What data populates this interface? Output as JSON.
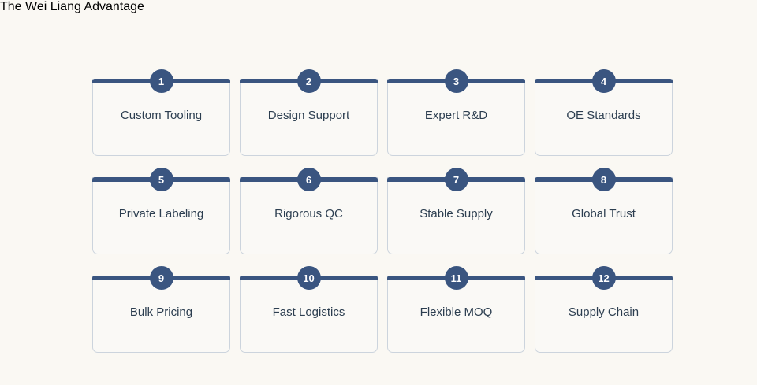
{
  "page": {
    "title": "The Wei Liang Advantage",
    "background_color": "#faf8f3",
    "accent_color": "#3a5580",
    "title_color": "#27374d",
    "label_color": "#2c3e50",
    "card_background": "#faf9f6",
    "card_border_color": "#ccd4dd"
  },
  "cards": [
    {
      "number": "1",
      "label": "Custom Tooling"
    },
    {
      "number": "2",
      "label": "Design Support"
    },
    {
      "number": "3",
      "label": "Expert R&D"
    },
    {
      "number": "4",
      "label": "OE Standards"
    },
    {
      "number": "5",
      "label": "Private Labeling"
    },
    {
      "number": "6",
      "label": "Rigorous QC"
    },
    {
      "number": "7",
      "label": "Stable Supply"
    },
    {
      "number": "8",
      "label": "Global Trust"
    },
    {
      "number": "9",
      "label": "Bulk Pricing"
    },
    {
      "number": "10",
      "label": "Fast Logistics"
    },
    {
      "number": "11",
      "label": "Flexible MOQ"
    },
    {
      "number": "12",
      "label": "Supply Chain"
    }
  ]
}
